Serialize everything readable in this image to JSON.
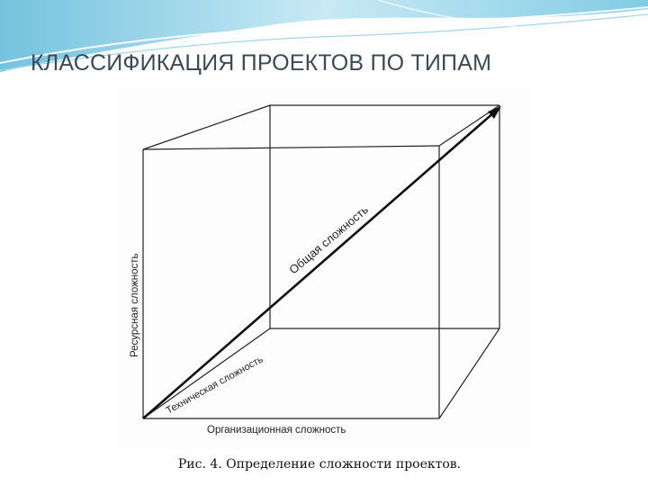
{
  "slide": {
    "title": "КЛАССИФИКАЦИЯ ПРОЕКТОВ ПО ТИПАМ",
    "caption": "Рис. 4. Определение сложности проектов."
  },
  "diagram": {
    "axis_vertical": "Ресурсная сложность",
    "axis_horizontal": "Организационная сложность",
    "diagonal_lower": "Техническая сложность",
    "diagonal_upper": "Общая сложность"
  },
  "colors": {
    "header_light": "#d8f0f8",
    "header_dark": "#5bb8d8",
    "line": "#222222",
    "title": "#3a4a5a"
  }
}
